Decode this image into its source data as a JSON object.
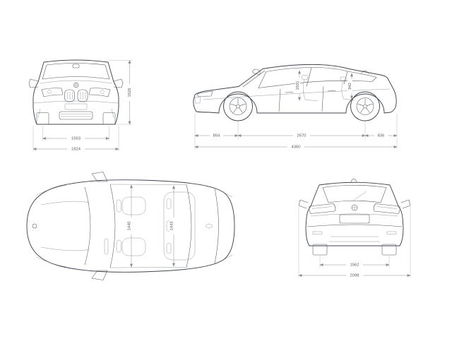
{
  "dims": {
    "front": {
      "track": "1563",
      "overall_width": "1824",
      "height": "1526"
    },
    "side": {
      "front_overhang": "854",
      "wheelbase": "2670",
      "rear_overhang": "836",
      "overall_length": "4360",
      "headroom_front": "1031",
      "headroom_rear": "942"
    },
    "top": {
      "interior_width_front": "1440",
      "interior_width_rear": "1443"
    },
    "rear": {
      "track": "1562",
      "width_incl_mirrors": "2098"
    }
  },
  "colors": {
    "outline": "#3f444c",
    "detail": "#50555d",
    "dimension_line": "#8a8e94",
    "label_text": "#565b61",
    "background": "#ffffff"
  }
}
